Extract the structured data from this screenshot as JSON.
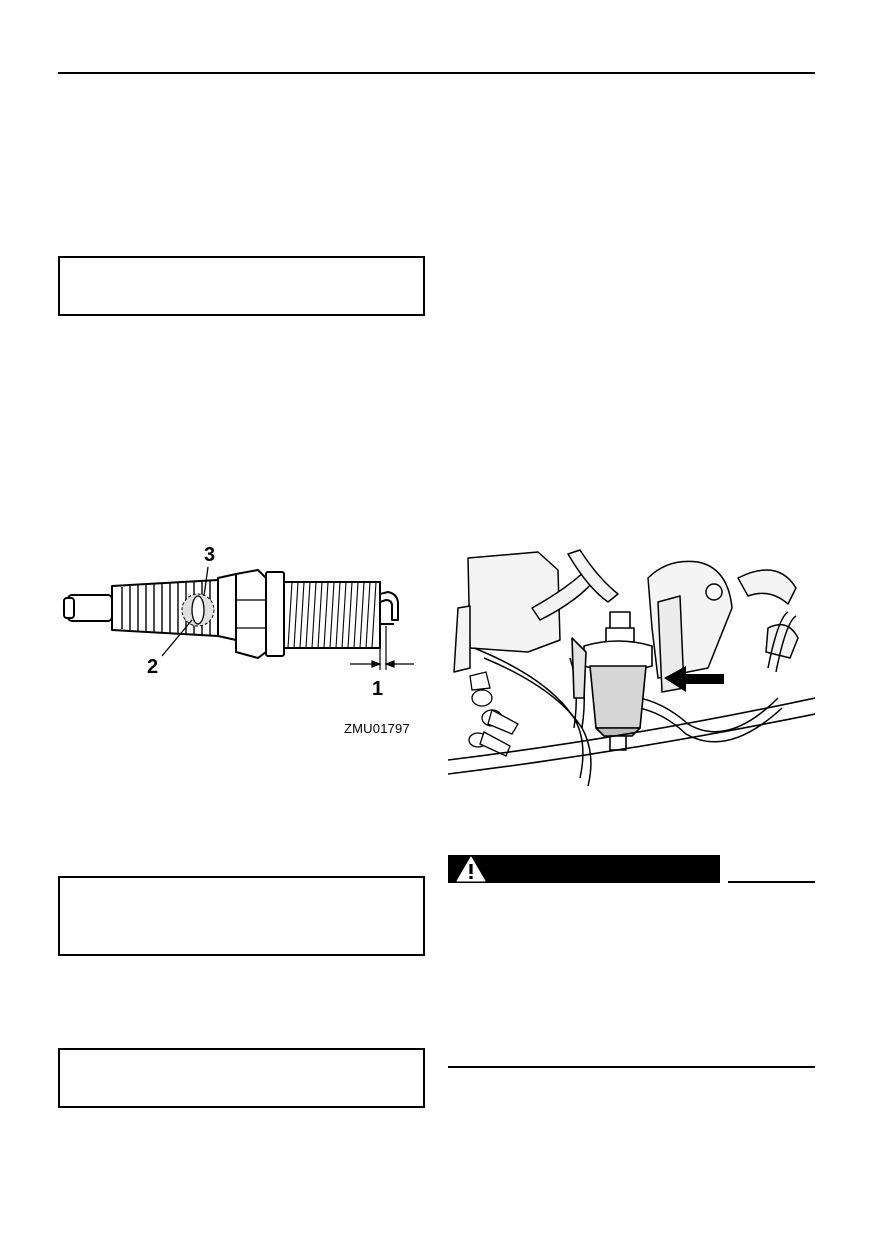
{
  "figure_spark_plug": {
    "callouts": [
      "3",
      "2",
      "1"
    ],
    "figure_code": "ZMU01797"
  },
  "figure_fuel_filter": {
    "arrow": "arrow-left-icon"
  },
  "warning": {
    "icon": "warning-triangle-icon",
    "bar_color": "#000000"
  }
}
